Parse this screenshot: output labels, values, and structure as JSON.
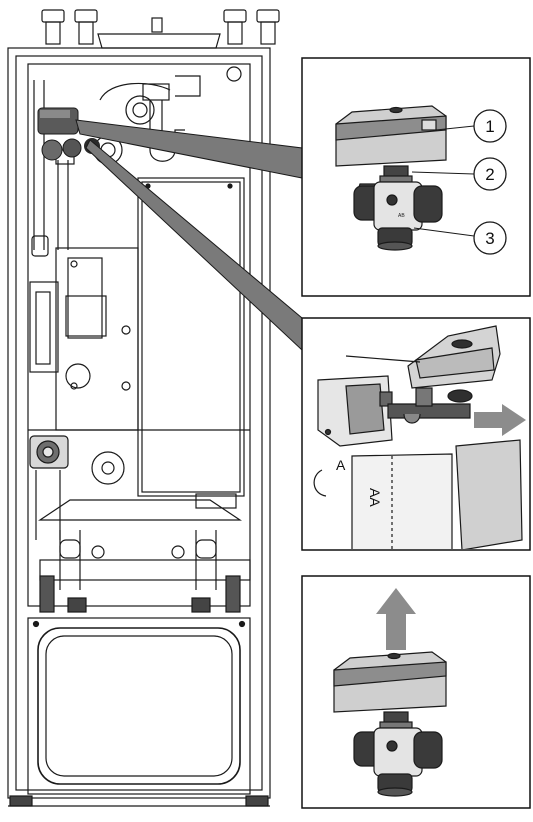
{
  "figure": {
    "callouts": [
      "1",
      "2",
      "3"
    ],
    "valve_marking_a": "A",
    "valve_marking_aa": "AA",
    "valve_body_label": "AB",
    "colors": {
      "line": "#1a1a1a",
      "shade_connector": "#7a7a7a",
      "arrow": "#8c8c8c",
      "valve_dark": "#3a3a3a",
      "panel_border": "#111111",
      "background": "#ffffff"
    },
    "icons": [
      "heat-pump-unit",
      "valve-actuator",
      "arrow-right-icon",
      "arrow-up-icon"
    ]
  }
}
